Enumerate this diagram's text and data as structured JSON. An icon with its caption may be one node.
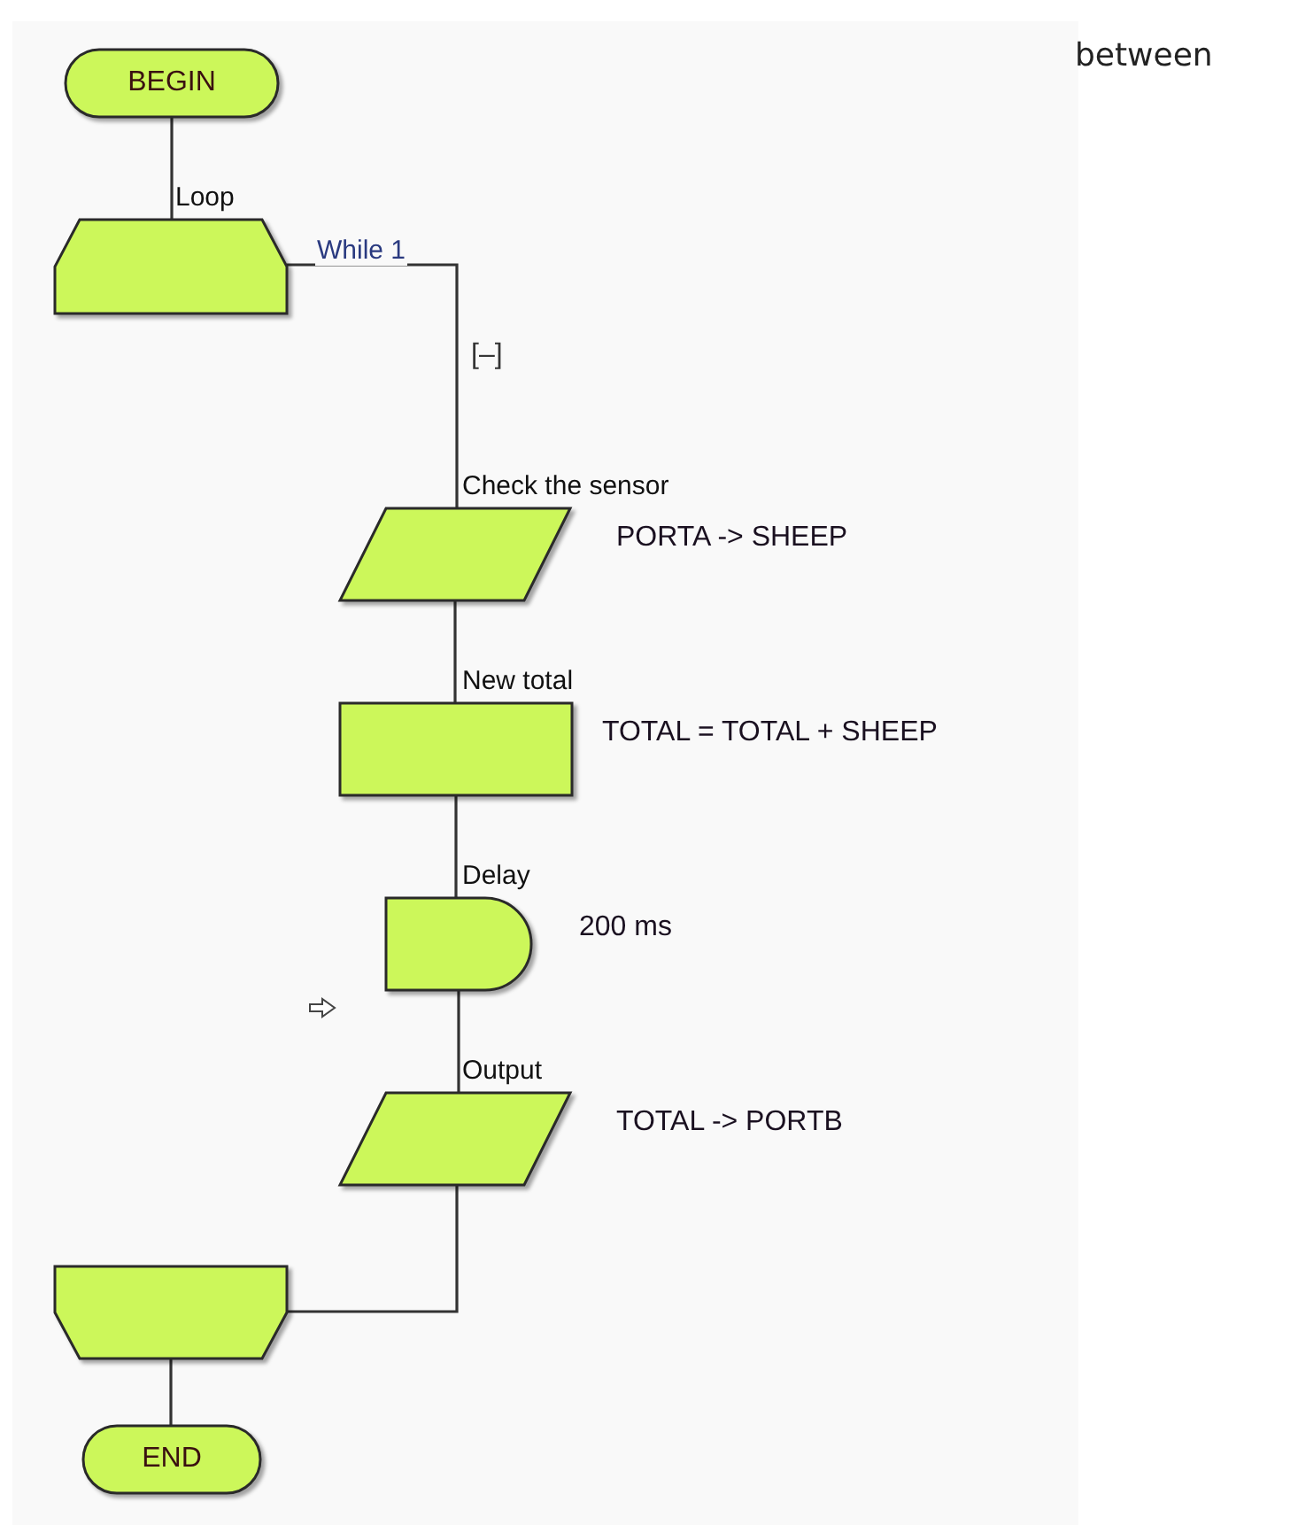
{
  "diagram": {
    "nodes": [
      {
        "text": [
          "BEGIN"
        ]
      },
      {
        "text": [
          "Loop"
        ]
      },
      {
        "text": [
          "Check the sensor"
        ],
        "beside": [
          "PORTA -> SHEEP"
        ]
      },
      {
        "text": [
          "New total"
        ],
        "beside": [
          "TOTAL = TOTAL + SHEEP"
        ]
      },
      {
        "text": [
          "Delay"
        ],
        "beside": [
          "200 ms"
        ]
      },
      {
        "text": [
          "Output"
        ],
        "beside": [
          "TOTAL -> PORTB"
        ]
      },
      {
        "text": [],
        "shape": "box"
      },
      {
        "text": [
          "END"
        ]
      }
    ],
    "edges": [
      {
        "from": 0,
        "to": 1,
        "arrow": "none"
      },
      {
        "from": 1,
        "to": 2,
        "arrow": "none",
        "label": "While 1"
      },
      {
        "from": 2,
        "to": 3,
        "arrow": "none"
      },
      {
        "from": 3,
        "to": 4,
        "arrow": "none"
      },
      {
        "from": 4,
        "to": 5,
        "arrow": "none"
      },
      {
        "from": 5,
        "to": 6,
        "arrow": "none"
      },
      {
        "from": 6,
        "to": 7,
        "arrow": "none"
      }
    ],
    "labels": [
      "between",
      "[–]"
    ]
  }
}
